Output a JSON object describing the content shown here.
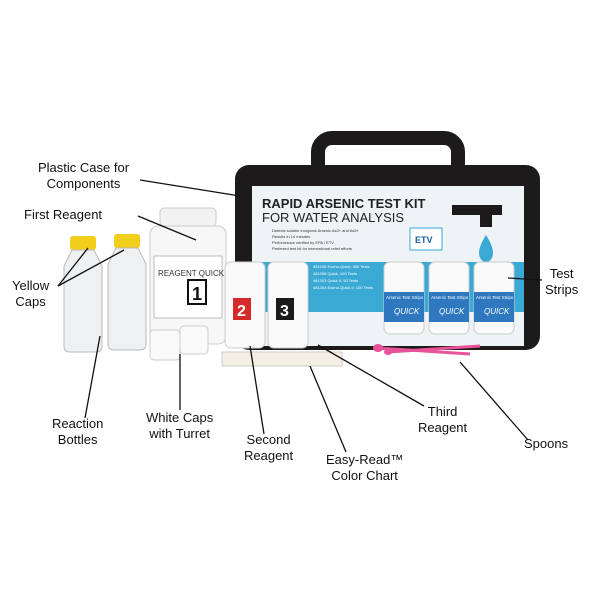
{
  "case": {
    "title_line1": "RAPID ARSENIC TEST KIT",
    "title_line2": "FOR WATER ANALYSIS",
    "bullets": [
      "Detects soluble inorganic Arsenic As3+ and As5+",
      "Results in 14 minutes",
      "Performance verified by EPA / ETV",
      "Preferred test kit for international relief efforts"
    ],
    "etv_badge": "ETV",
    "options": [
      "481298  Econo-Quick, 300 Tests",
      "481396  Quick, 100 Tests",
      "481303  Quick II, 50 Tests",
      "481304  Econo-Quick II, 100 Tests"
    ]
  },
  "bottles": {
    "first_reagent_number": "1",
    "first_reagent_label": "REAGENT QUICK",
    "second_reagent_number": "2",
    "third_reagent_number": "3",
    "strip_label": "Arsenic Test Strips",
    "strip_brand": "QUICK"
  },
  "callouts": {
    "case": [
      "Plastic Case for",
      "Components"
    ],
    "first_reagent": [
      "First Reagent"
    ],
    "yellow_caps": [
      "Yellow",
      "Caps"
    ],
    "reaction_bottles": [
      "Reaction",
      "Bottles"
    ],
    "white_caps": [
      "White Caps",
      "with Turret"
    ],
    "second_reagent": [
      "Second",
      "Reagent"
    ],
    "color_chart": [
      "Easy-Read™",
      "Color Chart"
    ],
    "third_reagent": [
      "Third",
      "Reagent"
    ],
    "spoons": [
      "Spoons"
    ],
    "test_strips": [
      "Test",
      "Strips"
    ]
  },
  "colors": {
    "case": "#1c1a1a",
    "accent": "#3aa9d4",
    "yellow": "#f2cf1a",
    "pink": "#e8529a",
    "red": "#d62a2a"
  }
}
